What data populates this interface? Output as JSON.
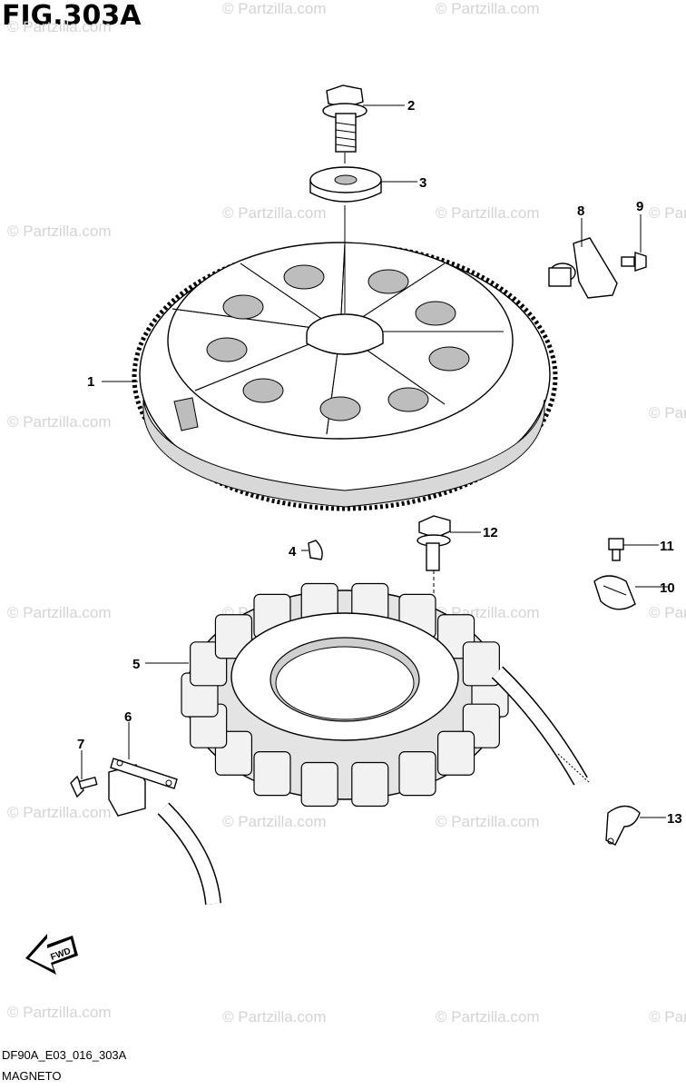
{
  "figure": {
    "title": "FIG.303A",
    "code": "DF90A_E03_016_303A",
    "section": "MAGNETO"
  },
  "watermark": {
    "text": "© Partzilla.com"
  },
  "callouts": {
    "c1": "1",
    "c2": "2",
    "c3": "3",
    "c4": "4",
    "c5": "5",
    "c6": "6",
    "c7": "7",
    "c8": "8",
    "c9": "9",
    "c10": "10",
    "c11": "11",
    "c12": "12",
    "c13": "13"
  },
  "arrow": {
    "label": "FWD"
  }
}
